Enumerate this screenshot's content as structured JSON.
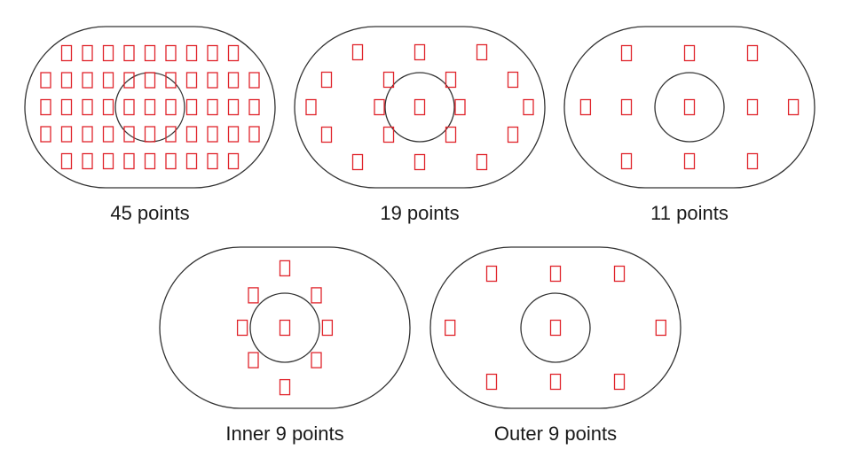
{
  "colors": {
    "outline": "#333333",
    "af_point": "#e0242b",
    "background": "#ffffff"
  },
  "panels": [
    {
      "caption": "45 points",
      "rows": [
        [
          -4,
          -3,
          -2,
          -1,
          0,
          1,
          2,
          3,
          4
        ],
        [
          -5,
          -4,
          -3,
          -2,
          -1,
          0,
          1,
          2,
          3,
          4,
          5
        ],
        [
          -5,
          -4,
          -3,
          -2,
          -1,
          0,
          1,
          2,
          3,
          4,
          5
        ],
        [
          -5,
          -4,
          -3,
          -2,
          -1,
          0,
          1,
          2,
          3,
          4,
          5
        ],
        [
          -4,
          -3,
          -2,
          -1,
          0,
          1,
          2,
          3,
          4
        ]
      ]
    },
    {
      "caption": "19 points",
      "points": [
        [
          -2,
          -2
        ],
        [
          0,
          -2
        ],
        [
          2,
          -2
        ],
        [
          -3,
          -1
        ],
        [
          -1,
          -1
        ],
        [
          1,
          -1
        ],
        [
          3,
          -1
        ],
        [
          -3.5,
          0
        ],
        [
          -1.3,
          0
        ],
        [
          0,
          0
        ],
        [
          1.3,
          0
        ],
        [
          3.5,
          0
        ],
        [
          -3,
          1
        ],
        [
          -1,
          1
        ],
        [
          1,
          1
        ],
        [
          3,
          1
        ],
        [
          -2,
          2
        ],
        [
          0,
          2
        ],
        [
          2,
          2
        ]
      ]
    },
    {
      "caption": "11 points",
      "points": [
        [
          -2,
          -2
        ],
        [
          0,
          -2
        ],
        [
          2,
          -2
        ],
        [
          -3.3,
          0
        ],
        [
          -2,
          0
        ],
        [
          0,
          0
        ],
        [
          2,
          0
        ],
        [
          3.3,
          0
        ],
        [
          -2,
          2
        ],
        [
          0,
          2
        ],
        [
          2,
          2
        ]
      ]
    },
    {
      "caption": "Inner 9 points",
      "points": [
        [
          0,
          -2.2
        ],
        [
          -1,
          -1.2
        ],
        [
          1,
          -1.2
        ],
        [
          -1.35,
          0
        ],
        [
          0,
          0
        ],
        [
          1.35,
          0
        ],
        [
          -1,
          1.2
        ],
        [
          1,
          1.2
        ],
        [
          0,
          2.2
        ]
      ]
    },
    {
      "caption": "Outer 9 points",
      "points": [
        [
          -2,
          -2
        ],
        [
          0,
          -2
        ],
        [
          2,
          -2
        ],
        [
          -3.3,
          0
        ],
        [
          0,
          0
        ],
        [
          3.3,
          0
        ],
        [
          -2,
          2
        ],
        [
          0,
          2
        ],
        [
          2,
          2
        ]
      ]
    }
  ]
}
